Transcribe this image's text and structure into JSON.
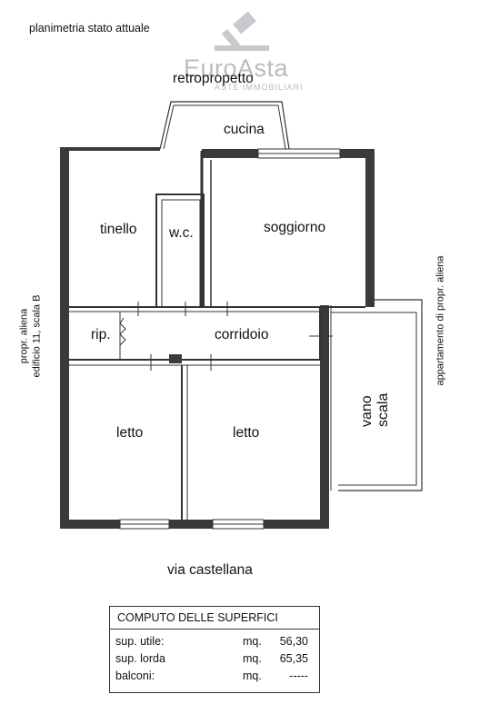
{
  "title": "planimetria stato attuale",
  "logo": {
    "main": "EuroAsta",
    "sub": "ASTE IMMOBILIARI"
  },
  "labels": {
    "retro": "retropropetto",
    "cucina": "cucina",
    "tinello": "tinello",
    "wc": "w.c.",
    "soggiorno": "soggiorno",
    "rip": "rip.",
    "corridoio": "corridoio",
    "letto1": "letto",
    "letto2": "letto",
    "vano": "vano scala",
    "street": "via castellana",
    "left_line1": "propr. aliena",
    "left_line2": "edificio 11, scala B",
    "right": "appartamento di propr. aliena"
  },
  "table": {
    "header": "COMPUTO DELLE SUPERFICI",
    "rows": [
      {
        "label": "sup. utile:",
        "unit": "mq.",
        "value": "56,30"
      },
      {
        "label": "sup. lorda",
        "unit": "mq.",
        "value": "65,35"
      },
      {
        "label": "balconi:",
        "unit": "mq.",
        "value": "-----"
      }
    ]
  },
  "colors": {
    "wall": "#3a3a3a",
    "watermark": "#b9bcc1",
    "line": "#222222"
  }
}
